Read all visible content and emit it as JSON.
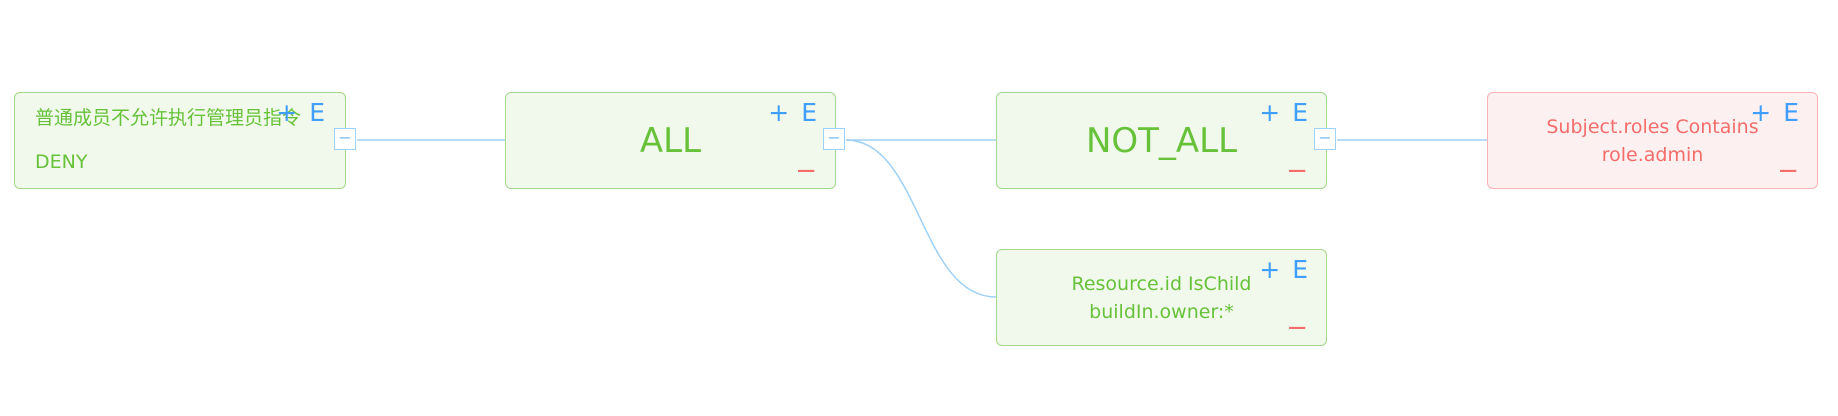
{
  "root": {
    "name": "普通成员不允许执行管理员指令",
    "effect": "DENY",
    "add": "+",
    "edit": "E",
    "collapse": "−"
  },
  "all_node": {
    "title": "ALL",
    "add": "+",
    "edit": "E",
    "remove": "−",
    "collapse": "−"
  },
  "not_all_node": {
    "title": "NOT_ALL",
    "add": "+",
    "edit": "E",
    "remove": "−",
    "collapse": "−"
  },
  "resource_node": {
    "line1": "Resource.id IsChild",
    "line2": "buildIn.owner:*",
    "add": "+",
    "edit": "E",
    "remove": "−"
  },
  "subject_node": {
    "line1": "Subject.roles Contains",
    "line2": "role.admin",
    "add": "+",
    "edit": "E",
    "remove": "−"
  },
  "colors": {
    "allow_text": "#67c23a",
    "allow_border": "#a4d88b",
    "allow_bg": "#f1f9ec",
    "deny_text": "#f56c6c",
    "deny_border": "#f7b3b6",
    "action_blue": "#409eff",
    "link": "#9fd0f5"
  }
}
